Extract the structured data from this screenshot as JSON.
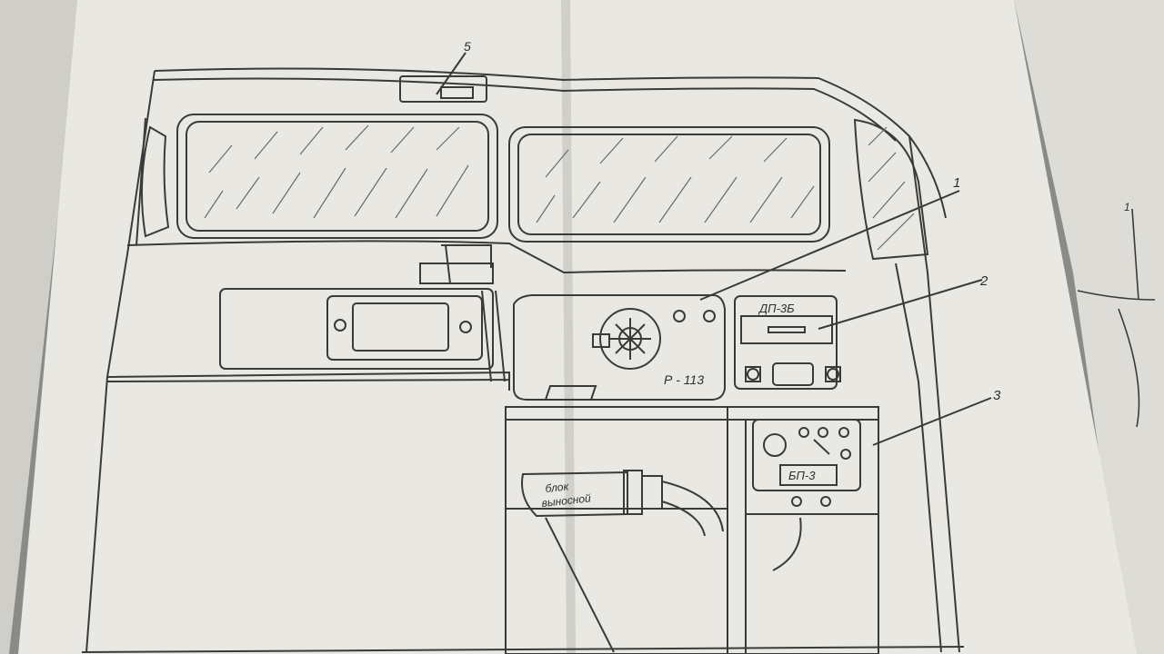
{
  "drawing": {
    "callouts": [
      {
        "id": "1",
        "text": "1"
      },
      {
        "id": "2",
        "text": "2"
      },
      {
        "id": "3",
        "text": "3"
      },
      {
        "id": "5",
        "text": "5"
      }
    ],
    "right_sheet_callout": "1",
    "labels": {
      "radio": "Р - 113",
      "dp": "ДП-3Б",
      "bp": "БП-3",
      "remote_block_line1": "блок",
      "remote_block_line2": "выносной"
    }
  },
  "colors": {
    "background": "#8a8a86",
    "paper": "#e9e8e2",
    "paper_shadow": "#d6d5cf",
    "ink": "#3a3a3a",
    "green_mat": "#c9e04a"
  }
}
